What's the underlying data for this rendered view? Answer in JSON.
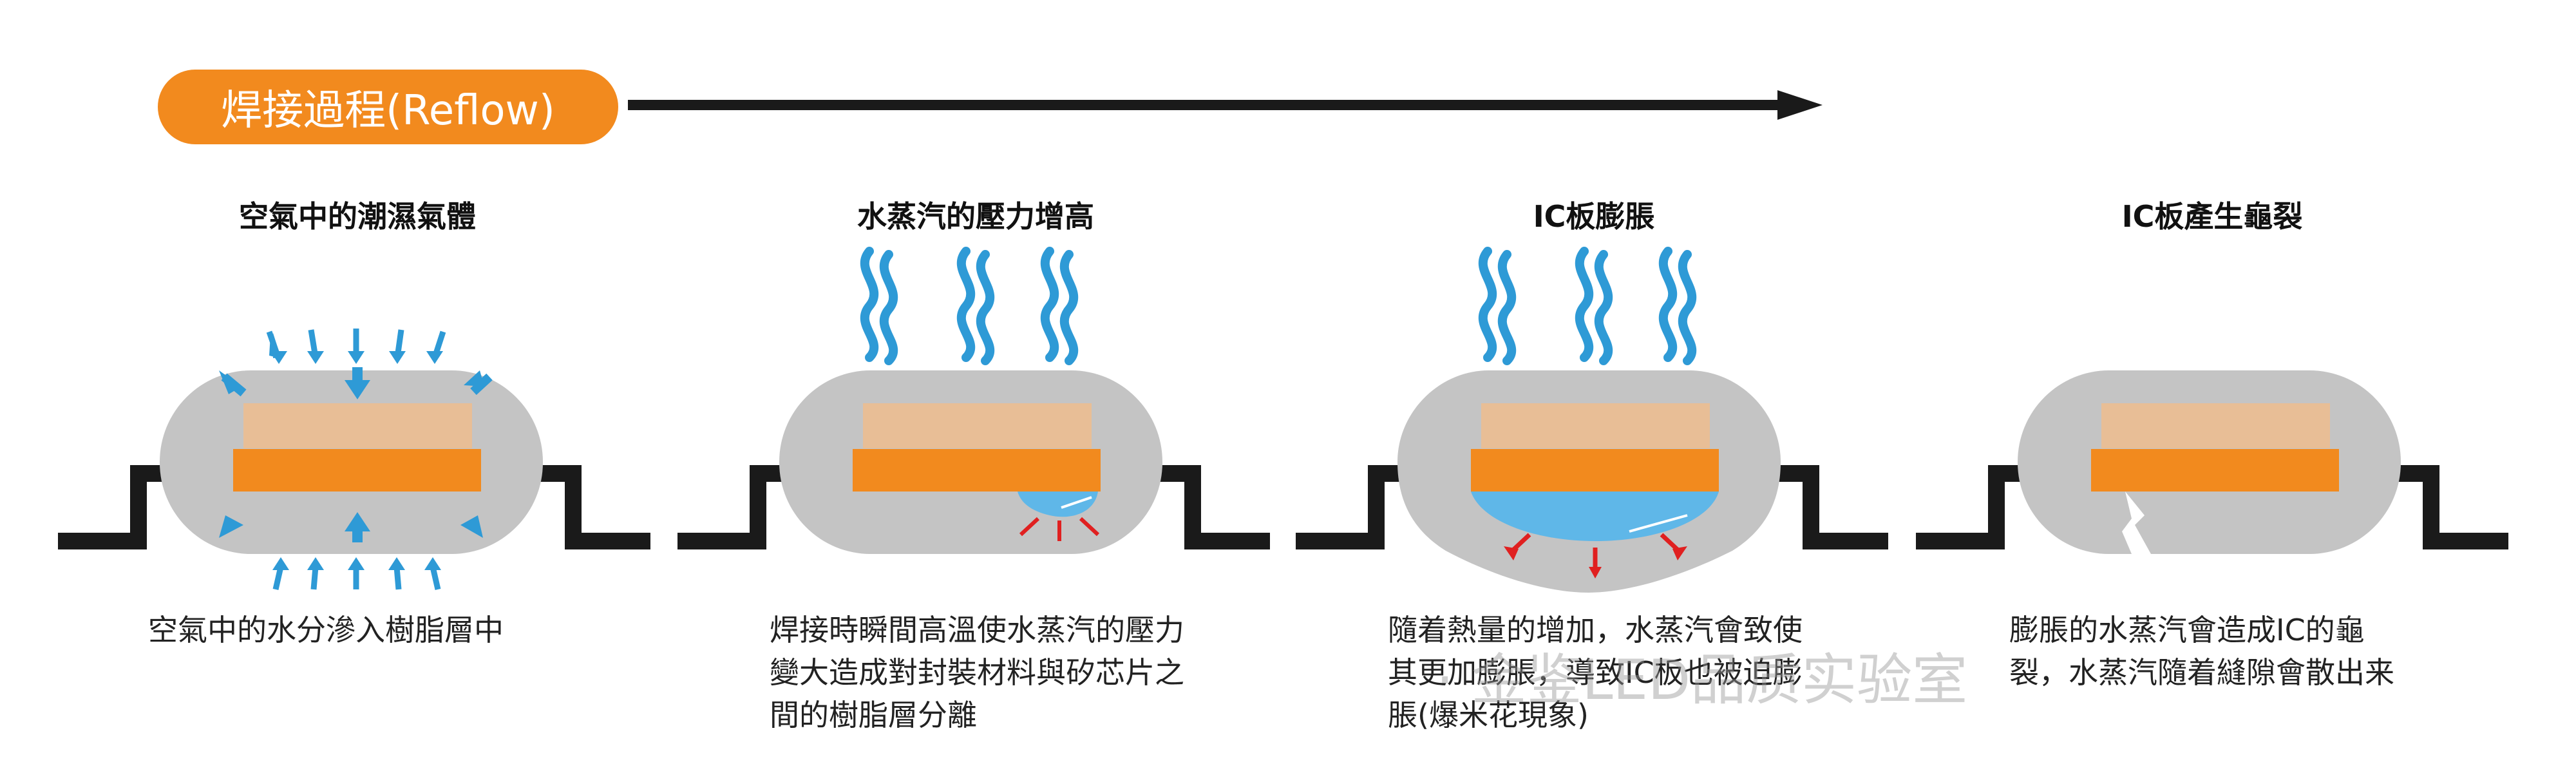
{
  "header": {
    "process_label": "焊接過程(Reflow)"
  },
  "stages": [
    {
      "title": "空氣中的潮濕氣體",
      "caption": "空氣中的水分滲入樹脂層中"
    },
    {
      "title": "水蒸汽的壓力增高",
      "caption": "焊接時瞬間高溫使水蒸汽的壓力變大造成對封裝材料與矽芯片之間的樹脂層分離"
    },
    {
      "title": "IC板膨脹",
      "caption": "隨着熱量的增加，水蒸汽會致使其更加膨脹，導致IC板也被迫膨脹(爆米花現象)"
    },
    {
      "title": "IC板產生龜裂",
      "caption": "膨脹的水蒸汽會造成IC的龜裂，水蒸汽隨着縫隙會散出来"
    }
  ],
  "watermark": "· 金鉴LED品质实验室",
  "colors": {
    "accent_orange": "#F28A1E",
    "package_gray": "#C4C4C4",
    "die_tan": "#E8BE96",
    "lead_black": "#1A1A1A",
    "vapor_blue": "#3AA0D8",
    "water_blue": "#5FB7E8",
    "red_arrow": "#E02020"
  }
}
